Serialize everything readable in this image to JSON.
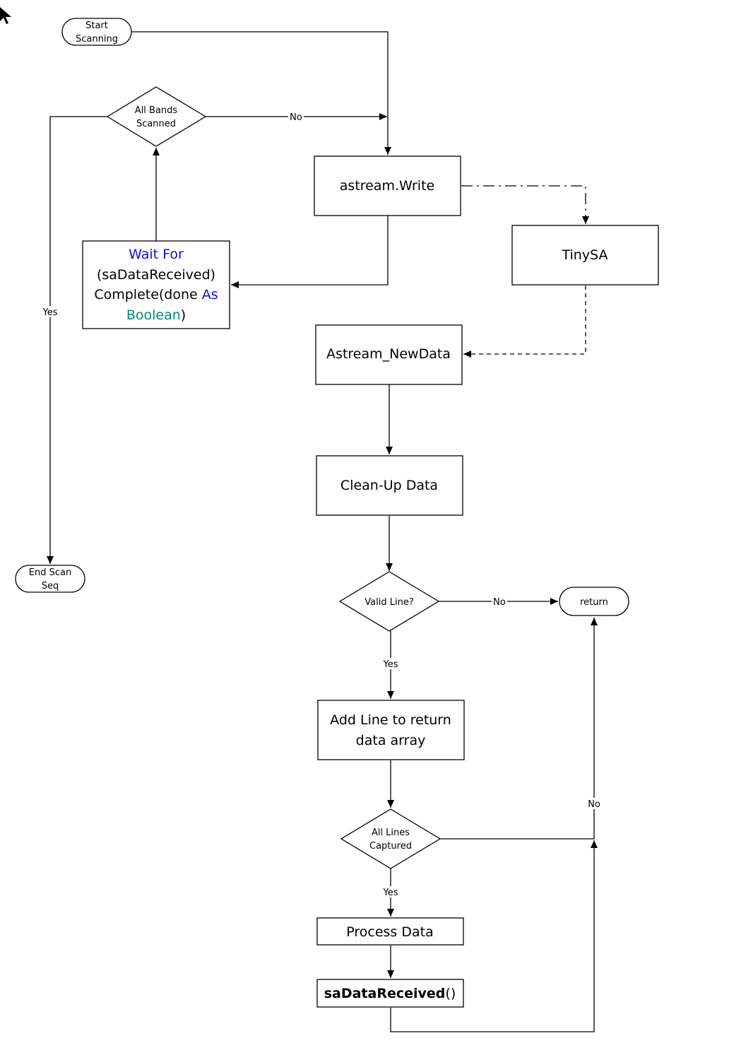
{
  "nodes": {
    "start": {
      "line1": "Start",
      "line2": "Scanning"
    },
    "all_bands": {
      "line1": "All Bands",
      "line2": "Scanned"
    },
    "astream_write": {
      "label": "astream.Write"
    },
    "tinysa": {
      "label": "TinySA"
    },
    "wait_for": {
      "kw_wait_for": "Wait For",
      "line2": "(saDataReceived)",
      "line3_prefix": "Complete(done ",
      "kw_as": "As",
      "kw_boolean": "Boolean",
      "paren_close": ")"
    },
    "astream_newdata": {
      "label": "Astream_NewData"
    },
    "cleanup": {
      "label": "Clean-Up Data"
    },
    "valid_line": {
      "label": "Valid Line?"
    },
    "return_node": {
      "label": "return"
    },
    "end_scan": {
      "line1": "End Scan",
      "line2": "Seq"
    },
    "add_line": {
      "line1": "Add Line to return",
      "line2": "data array"
    },
    "all_lines": {
      "line1": "All Lines",
      "line2": "Captured"
    },
    "process_data": {
      "label": "Process Data"
    },
    "sa_data_received": {
      "name": "saDataReceived",
      "parens": "()"
    }
  },
  "edge_labels": {
    "bands_no": "No",
    "bands_yes": "Yes",
    "valid_no": "No",
    "valid_yes": "Yes",
    "lines_no": "No",
    "lines_yes": "Yes"
  }
}
